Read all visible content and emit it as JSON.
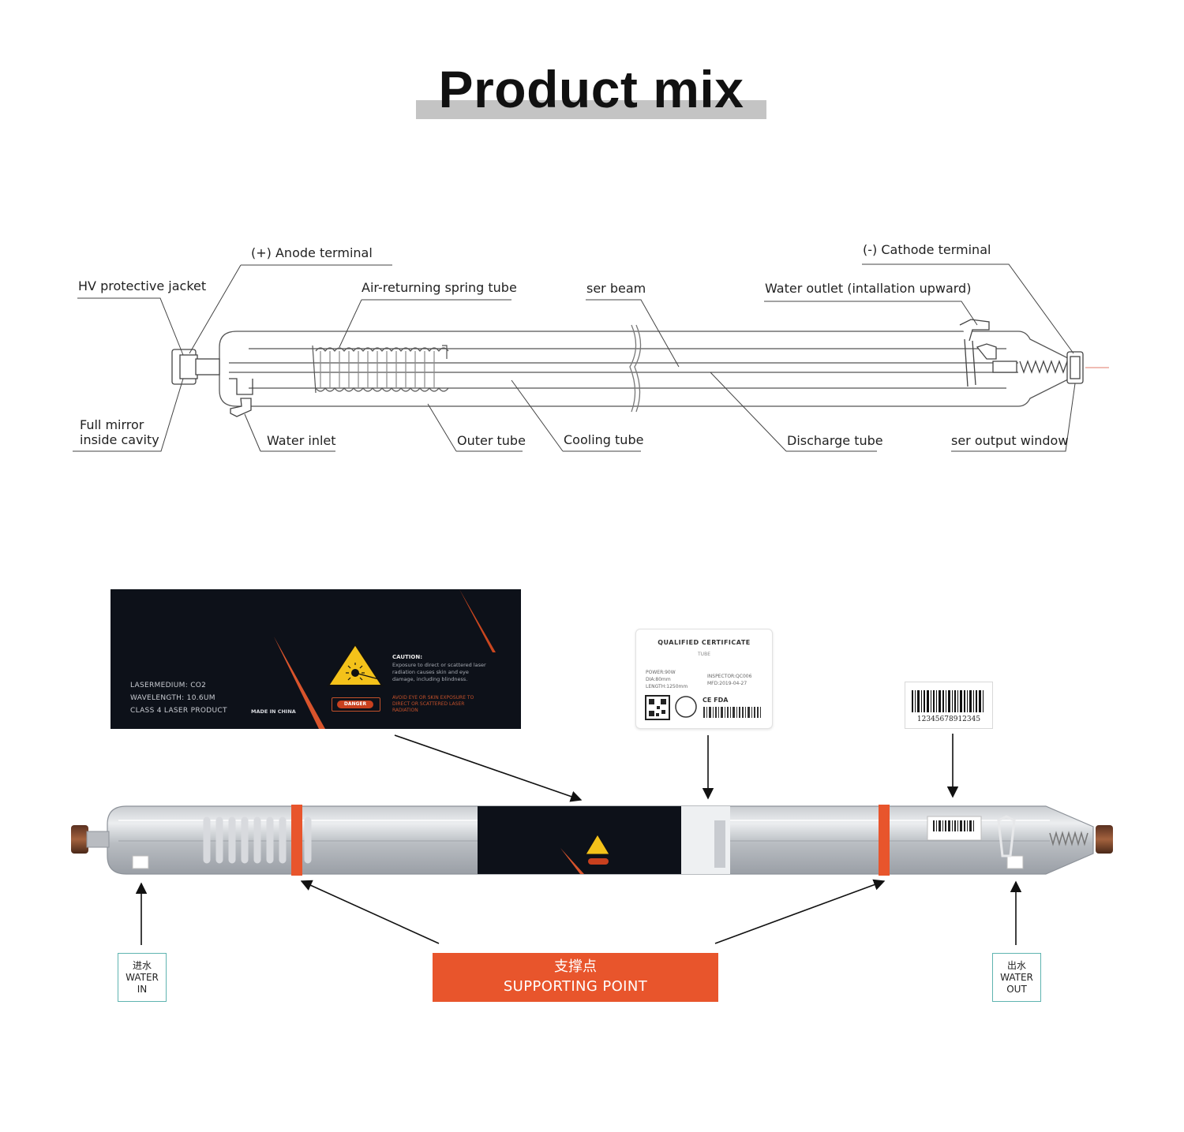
{
  "title": "Product mix",
  "diagram_labels": {
    "anode_terminal": "(+) Anode terminal",
    "hv_jacket": "HV protective jacket",
    "spring_tube": "Air-returning spring tube",
    "laser_beam": "ser beam",
    "water_outlet": "Water outlet (intallation upward)",
    "cathode_terminal": "(-) Cathode terminal",
    "full_mirror": "Full mirror\ninside cavity",
    "water_inlet": "Water inlet",
    "outer_tube": "Outer tube",
    "cooling_tube": "Cooling tube",
    "discharge_tube": "Discharge tube",
    "output_window": "ser output window"
  },
  "warning_label": {
    "spec_lines": [
      "LASERMEDIUM: CO2",
      "WAVELENGTH: 10.6UM",
      "CLASS 4 LASER PRODUCT"
    ],
    "made_in": "MADE IN CHINA",
    "caution_title": "CAUTION:",
    "caution_text": "Exposure to direct or scattered laser radiation causes skin and eye damage, including blindness.",
    "danger": "DANGER",
    "avoid_text": "AVOID EYE OR SKIN EXPOSURE TO DIRECT OR SCATTERED LASER RADIATION"
  },
  "certificate": {
    "title": "QUALIFIED CERTIFICATE",
    "subtitle": "TUBE",
    "left_lines": "POWER:90W\nDIA:80mm\nLENGTH:1250mm",
    "right_lines": "INSPECTOR:QC006\nMFD:2019-04-27",
    "marks": "CE FDA"
  },
  "barcode_number": "12345678912345",
  "water_in": {
    "cn": "进水",
    "en1": "WATER",
    "en2": "IN"
  },
  "water_out": {
    "cn": "出水",
    "en1": "WATER",
    "en2": "OUT"
  },
  "supporting_point": {
    "cn": "支撑点",
    "en": "SUPPORTING POINT"
  },
  "colors": {
    "accent_orange": "#e8552c",
    "label_dark": "#0d1119",
    "tag_border": "#5fb4b0",
    "tube_gray": "#a9adb3"
  }
}
